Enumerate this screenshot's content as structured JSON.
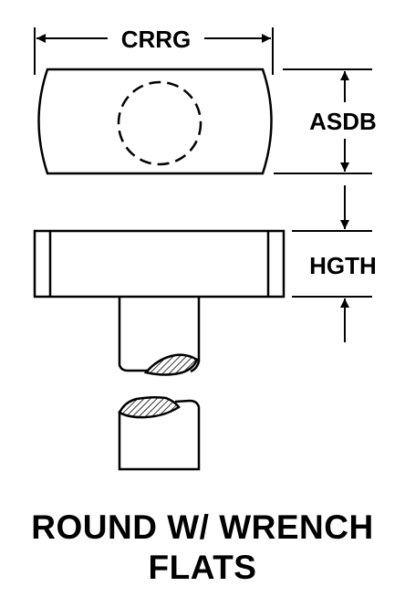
{
  "dimensions": {
    "width_label": "CRRG",
    "across_flats_label": "ASDB",
    "height_label": "HGTH"
  },
  "caption": {
    "line1": "ROUND W/ WRENCH",
    "line2": "FLATS"
  },
  "colors": {
    "ink": "#000000",
    "paper": "#ffffff"
  }
}
